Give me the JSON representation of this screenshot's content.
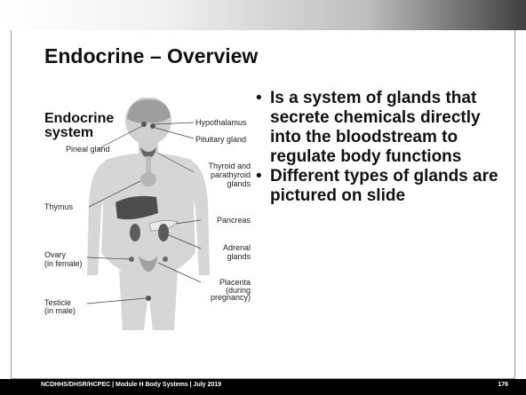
{
  "slide": {
    "title": "Endocrine – Overview",
    "bullets": [
      "Is a system of glands that secrete chemicals directly into the bloodstream to regulate body functions",
      "Different types of glands are pictured on slide"
    ]
  },
  "diagram": {
    "heading_line1": "Endocrine",
    "heading_line2": "system",
    "labels": {
      "hypothalamus": "Hypothalamus",
      "pituitary": "Pituitary gland",
      "pineal": "Pineal gland",
      "thyroid1": "Thyroid and",
      "thyroid2": "parathyroid",
      "thyroid3": "glands",
      "thymus": "Thymus",
      "pancreas": "Pancreas",
      "ovary1": "Ovary",
      "ovary2": "(in female)",
      "adrenal1": "Adrenal",
      "adrenal2": "glands",
      "placenta1": "Placenta",
      "placenta2": "(during",
      "placenta3": "pregnancy)",
      "testicle1": "Testicle",
      "testicle2": "(in male)"
    }
  },
  "footer": {
    "text": "NCDHHS/DHSR/HCPEC | Module H Body Systems | July 2019",
    "page": "176"
  }
}
